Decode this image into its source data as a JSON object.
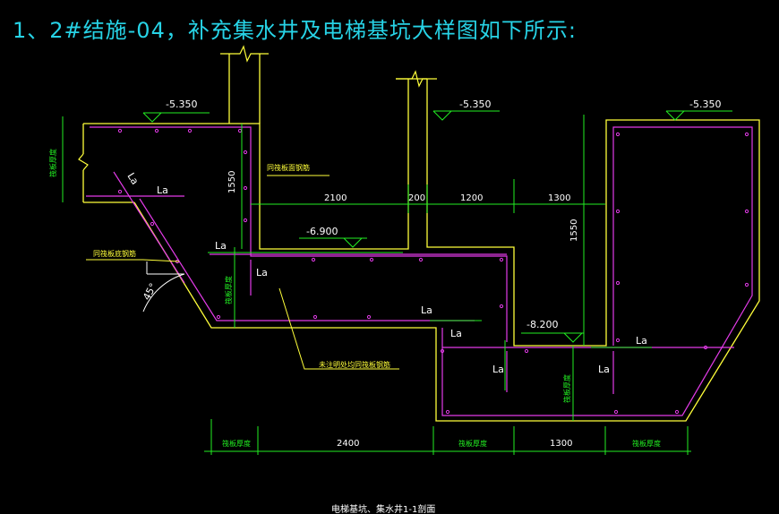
{
  "title": "1、2#结施-04，补充集水井及电梯基坑大样图如下所示:",
  "colors": {
    "background": "#000000",
    "title": "#27d3e6",
    "concrete_outline": "#ffff3a",
    "rebar": "#e33be8",
    "dimension": "#22ee22",
    "annotation_text": "#ffffff",
    "leader_text": "#ffff3a"
  },
  "elevations": {
    "top_left": "-5.350",
    "top_middle": "-5.350",
    "top_right": "-5.350",
    "pit_bottom": "-6.900",
    "deep_pit_bottom": "-8.200"
  },
  "dimensions": {
    "d2100": "2100",
    "d200": "200",
    "d1200": "1200",
    "d1300_top": "1300",
    "d1550_left": "1550",
    "d1550_right": "1550",
    "d2400": "2400",
    "d1300_bottom": "1300",
    "slab_thickness_1": "筏板厚度",
    "slab_thickness_2": "筏板厚度",
    "slab_thickness_3": "筏板厚度",
    "side_thickness_left": "筏板厚度",
    "side_thickness_mid": "筏板厚度",
    "side_thickness_right": "筏板厚度"
  },
  "labels": {
    "la": "La",
    "angle": "45°",
    "note_top_rebar": "同筏板面钢筋",
    "note_bottom_rebar": "同筏板底钢筋",
    "note_not_indicated": "未注明处均同筏板钢筋",
    "bottom_caption": "电梯基坑、集水井1-1剖面"
  }
}
